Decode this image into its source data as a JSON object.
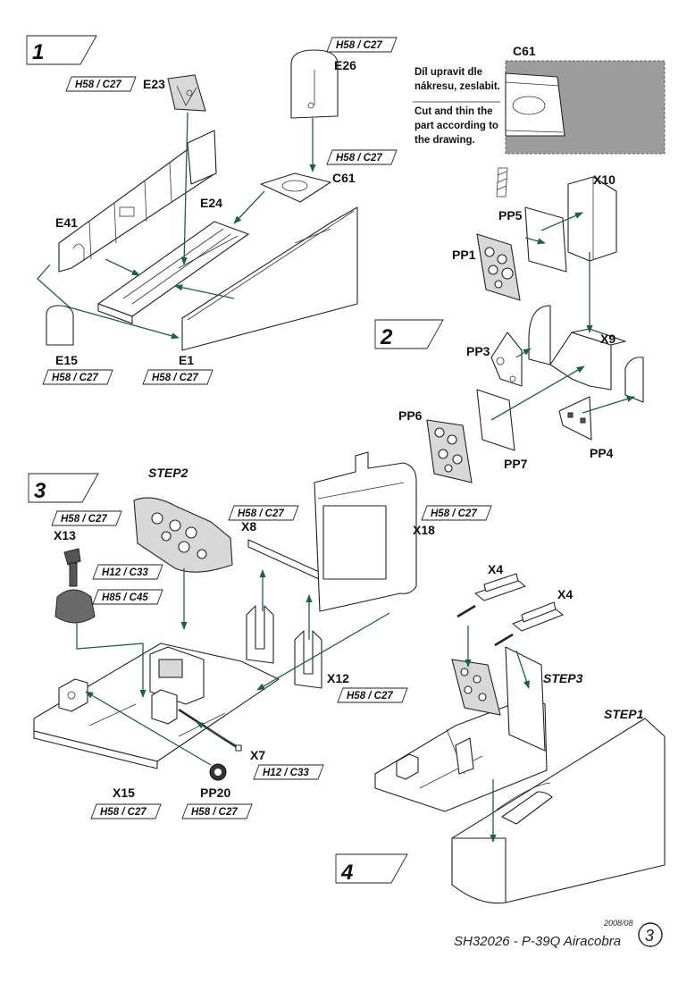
{
  "footer": {
    "date": "2008/08",
    "title": "SH32026 - P-39Q Airacobra",
    "page_number": "3"
  },
  "steps": {
    "s1": "1",
    "s2": "2",
    "s3": "3",
    "s4": "4"
  },
  "note": {
    "cz_line1": "Díl upravit dle",
    "cz_line2": "nákresu, zeslabit.",
    "en_line1": "Cut and thin the",
    "en_line2": "part according to",
    "en_line3": "the drawing."
  },
  "labels": {
    "E23": "E23",
    "E26": "E26",
    "C61_a": "C61",
    "C61_b": "C61",
    "E24": "E24",
    "E41": "E41",
    "E15": "E15",
    "E1": "E1",
    "X10": "X10",
    "PP5": "PP5",
    "PP1": "PP1",
    "PP3": "PP3",
    "X9": "X9",
    "PP6": "PP6",
    "PP7": "PP7",
    "PP4": "PP4",
    "X13": "X13",
    "X8": "X8",
    "X18": "X18",
    "X12": "X12",
    "X7": "X7",
    "X15": "X15",
    "PP20": "PP20",
    "X4_a": "X4",
    "X4_b": "X4"
  },
  "sub_labels": {
    "step2": "STEP2",
    "step3": "STEP3",
    "step1": "STEP1"
  },
  "paint_codes": {
    "e23": "H58 / C27",
    "e26": "H58 / C27",
    "c61": "H58 / C27",
    "e15": "H58 / C27",
    "e1": "H58 / C27",
    "x13": "H58 / C27",
    "x13_h12": "H12 / C33",
    "x13_h85": "H85 / C45",
    "x8": "H58 / C27",
    "x18": "H58 / C27",
    "x12": "H58 / C27",
    "x7": "H12 / C33",
    "x15": "H58 / C27",
    "pp20": "H58 / C27"
  }
}
